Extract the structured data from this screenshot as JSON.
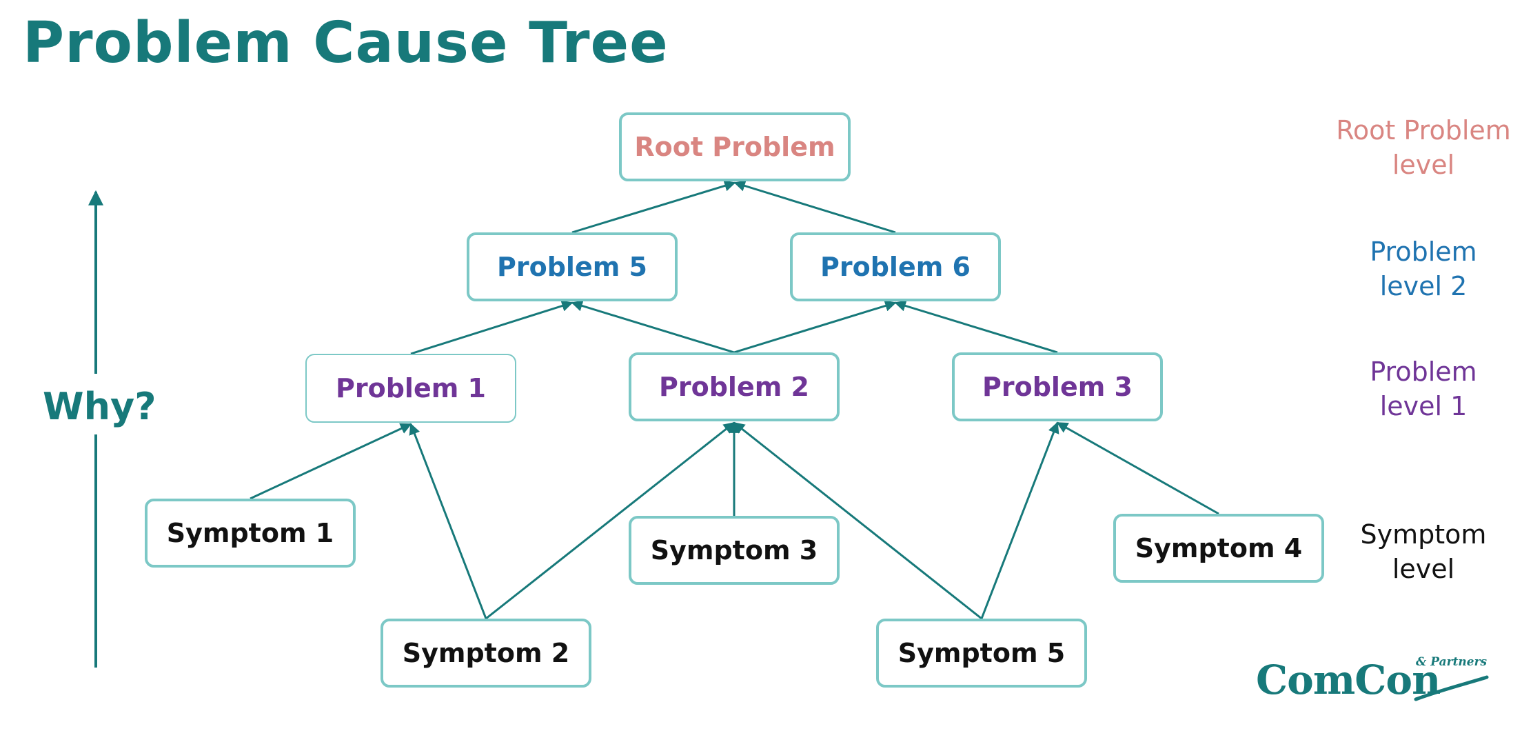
{
  "title": "Problem Cause Tree",
  "why_label": "Why?",
  "levels": {
    "root": [
      "Root Problem",
      "level"
    ],
    "level2": [
      "Problem",
      "level 2"
    ],
    "level1": [
      "Problem",
      "level 1"
    ],
    "symptom": [
      "Symptom",
      "level"
    ]
  },
  "nodes": {
    "root": "Root Problem",
    "p5": "Problem 5",
    "p6": "Problem 6",
    "p1": "Problem 1",
    "p2": "Problem 2",
    "p3": "Problem 3",
    "s1": "Symptom 1",
    "s2": "Symptom 2",
    "s3": "Symptom 3",
    "s4": "Symptom 4",
    "s5": "Symptom 5"
  },
  "edges": [
    {
      "from": "p5",
      "to": "root"
    },
    {
      "from": "p6",
      "to": "root"
    },
    {
      "from": "p1",
      "to": "p5"
    },
    {
      "from": "p2",
      "to": "p5"
    },
    {
      "from": "p2",
      "to": "p6"
    },
    {
      "from": "p3",
      "to": "p6"
    },
    {
      "from": "s1",
      "to": "p1"
    },
    {
      "from": "s2",
      "to": "p1"
    },
    {
      "from": "s2",
      "to": "p2"
    },
    {
      "from": "s3",
      "to": "p2"
    },
    {
      "from": "s5",
      "to": "p2"
    },
    {
      "from": "s5",
      "to": "p3"
    },
    {
      "from": "s4",
      "to": "p3"
    }
  ],
  "logo": {
    "main": "ComCon",
    "sub": "& Partners"
  },
  "colors": {
    "teal": "#17797a",
    "node_border": "#7cc8c6",
    "root_text": "#d98581",
    "level2_text": "#1f73b0",
    "level1_text": "#6f3597",
    "symptom_text": "#111111"
  }
}
